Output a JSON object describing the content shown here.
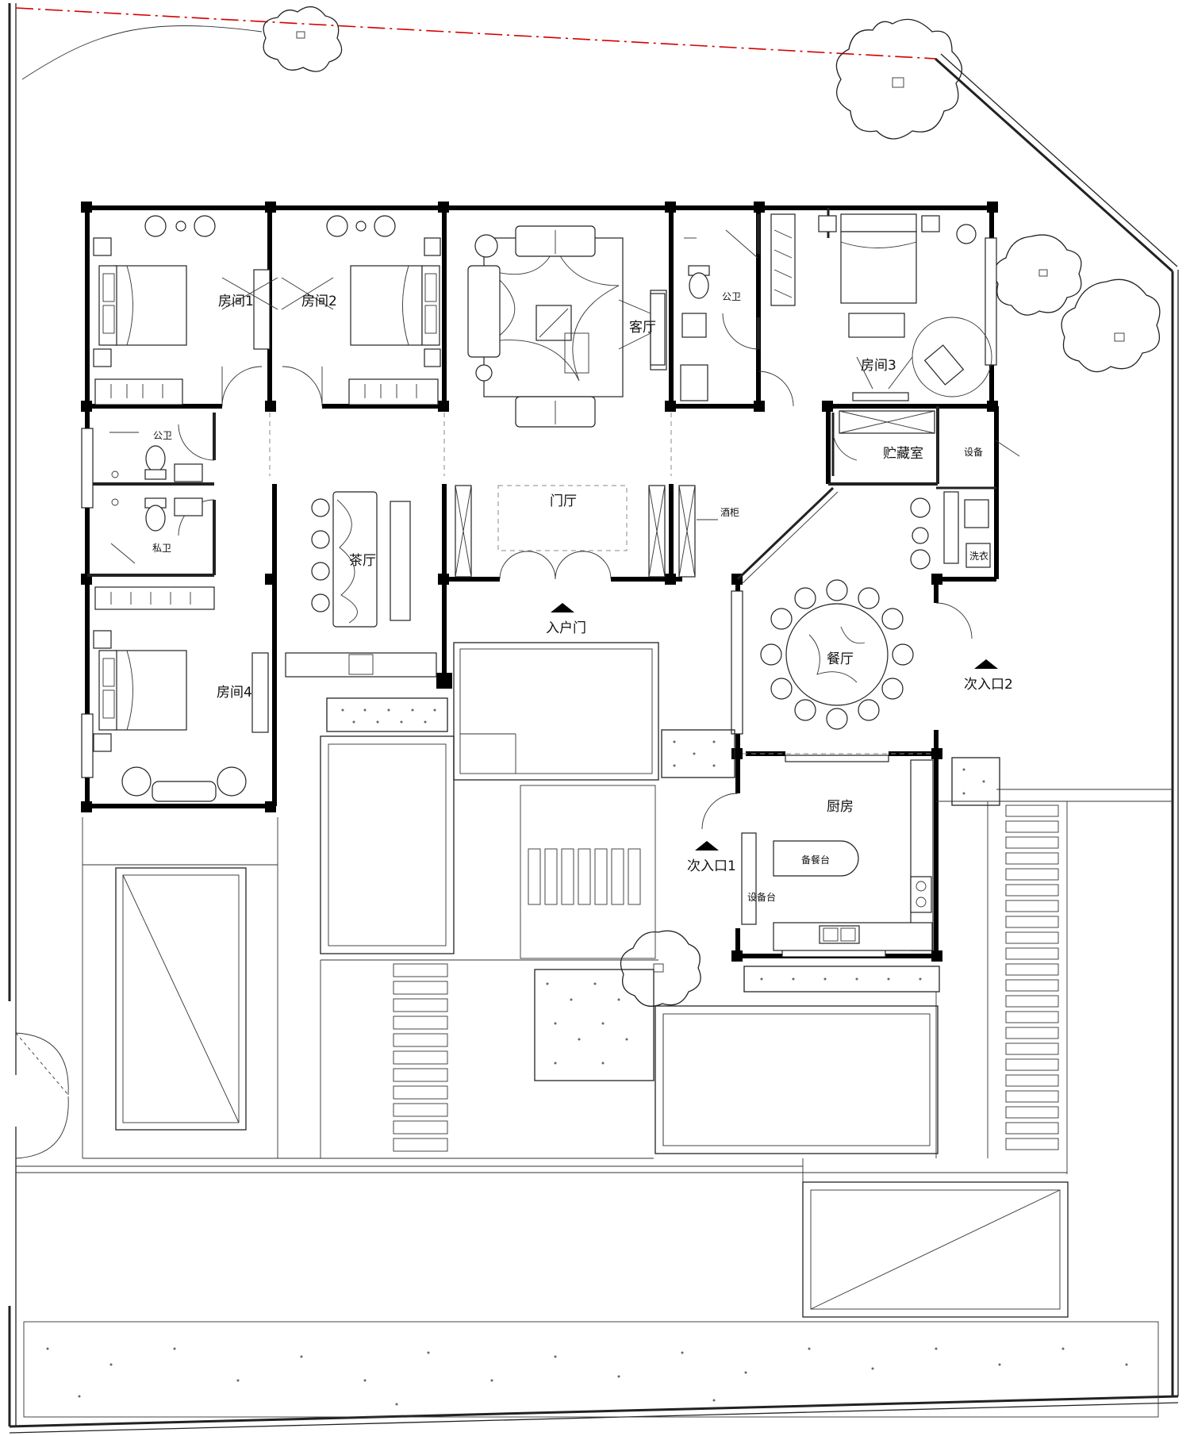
{
  "plan": {
    "rooms": {
      "bedroom1": "房间1",
      "bedroom2": "房间2",
      "bedroom3": "房间3",
      "bedroom4": "房间4",
      "living_room": "客厅",
      "public_wc_top": "公卫",
      "public_wc_left": "公卫",
      "private_wc": "私卫",
      "storage": "贮藏室",
      "equipment": "设备",
      "tea_room": "茶厅",
      "foyer": "门厅",
      "wine_cabinet": "酒柜",
      "dining": "餐厅",
      "kitchen": "厨房",
      "prep_counter_top": "备餐台",
      "prep_counter_side": "设备台",
      "laundry": "洗衣"
    },
    "entrances": {
      "main": "入户门",
      "secondary1": "次入口1",
      "secondary2": "次入口2"
    }
  },
  "colors": {
    "line": "#000000",
    "property_line": "#d40000",
    "background": "#ffffff"
  },
  "icons": [
    "tree-icon",
    "entrance-arrow-icon",
    "bed-icon",
    "sofa-icon",
    "toilet-icon",
    "dining-table-icon",
    "stove-icon",
    "sink-icon"
  ]
}
